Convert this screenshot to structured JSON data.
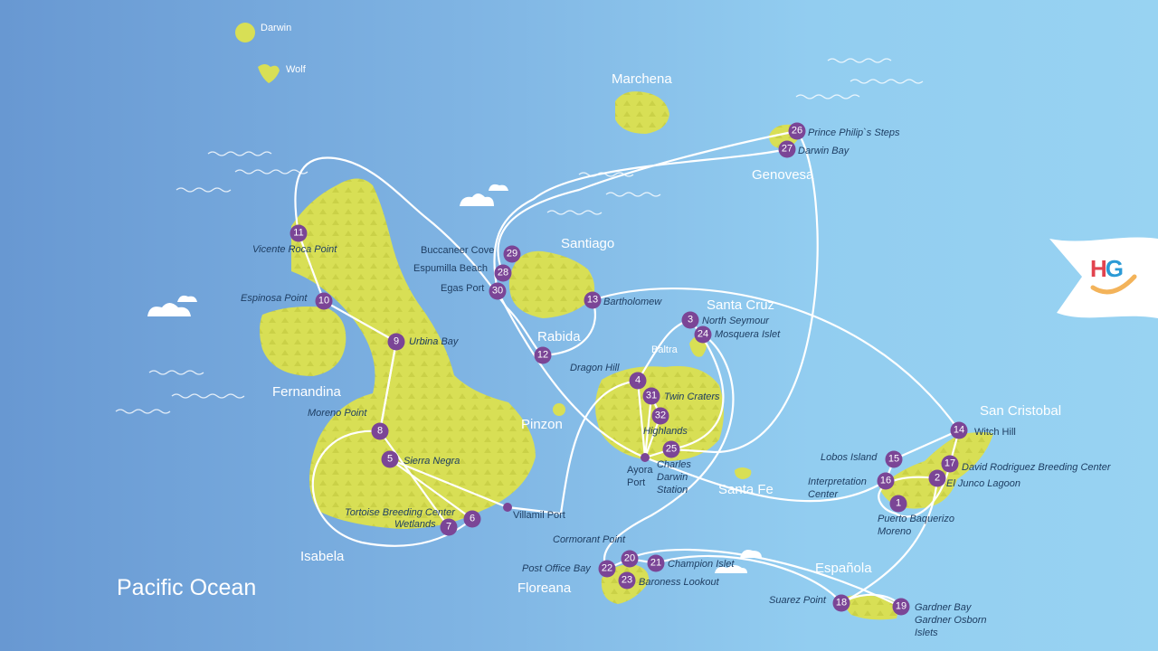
{
  "ocean_label": "Pacific Ocean",
  "logo": {
    "h": "H",
    "g": "G"
  },
  "colors": {
    "island": "#d6df52",
    "marker": "#7b4596",
    "route": "#ffffff"
  },
  "islands": {
    "darwin": "Darwin",
    "wolf": "Wolf",
    "marchena": "Marchena",
    "genovesa": "Genovesa",
    "santiago": "Santiago",
    "rabida": "Rabida",
    "santa_cruz": "Santa Cruz",
    "baltra": "Baltra",
    "fernandina": "Fernandina",
    "pinzon": "Pinzon",
    "santa_fe": "Santa Fe",
    "san_cristobal": "San Cristobal",
    "isabela": "Isabela",
    "floreana": "Floreana",
    "espanola": "Española"
  },
  "markers": [
    {
      "num": "26",
      "label": "Prince Philip`s Steps"
    },
    {
      "num": "27",
      "label": "Darwin Bay"
    },
    {
      "num": "29",
      "label": "Buccaneer Cove"
    },
    {
      "num": "28",
      "label": "Espumilla Beach"
    },
    {
      "num": "30",
      "label": "Egas Port"
    },
    {
      "num": "13",
      "label": "Bartholomew"
    },
    {
      "num": "3",
      "label": "North Seymour"
    },
    {
      "num": "24",
      "label": "Mosquera Islet"
    },
    {
      "num": "12",
      "label": ""
    },
    {
      "num": "4",
      "label": "Dragon Hill"
    },
    {
      "num": "31",
      "label": "Twin Craters"
    },
    {
      "num": "32",
      "label": "Highlands"
    },
    {
      "num": "25",
      "label": "Charles Darwin Station"
    },
    {
      "num": "11",
      "label": "Vicente Roca Point"
    },
    {
      "num": "10",
      "label": "Espinosa Point"
    },
    {
      "num": "9",
      "label": "Urbina Bay"
    },
    {
      "num": "8",
      "label": "Moreno Point"
    },
    {
      "num": "5",
      "label": "Sierra Negra"
    },
    {
      "num": "6",
      "label": "Tortoise Breeding Center"
    },
    {
      "num": "7",
      "label": "Wetlands"
    },
    {
      "num": "14",
      "label": "Witch Hill"
    },
    {
      "num": "15",
      "label": "Lobos Island"
    },
    {
      "num": "16",
      "label": "Interpretation Center"
    },
    {
      "num": "17",
      "label": "David Rodriguez Breeding Center"
    },
    {
      "num": "2",
      "label": "El Junco Lagoon"
    },
    {
      "num": "1",
      "label": "Puerto Baquerizo Moreno"
    },
    {
      "num": "20",
      "label": "Cormorant Point"
    },
    {
      "num": "21",
      "label": "Champion Islet"
    },
    {
      "num": "22",
      "label": "Post Office Bay"
    },
    {
      "num": "23",
      "label": "Baroness Lookout"
    },
    {
      "num": "18",
      "label": "Suarez Point"
    },
    {
      "num": "19",
      "label": "Gardner Bay Gardner Osborn Islets"
    }
  ],
  "ports": [
    {
      "label": "Ayora Port"
    },
    {
      "label": "Villamil Port"
    }
  ]
}
